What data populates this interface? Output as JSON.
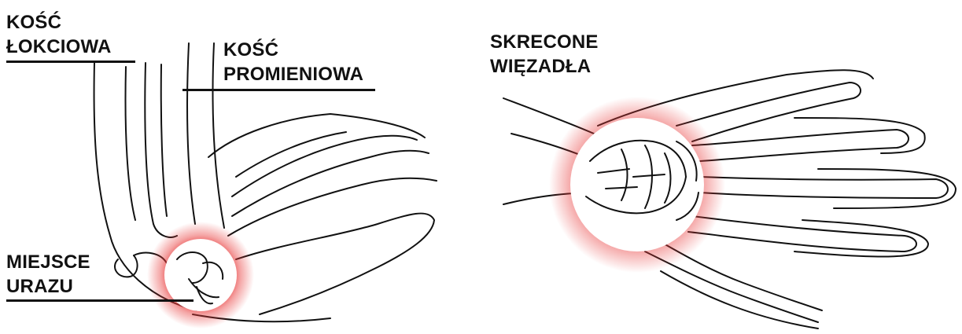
{
  "labels": {
    "ulna": {
      "line1": "KOŚĆ",
      "line2": "ŁOKCIOWA"
    },
    "radius": {
      "line1": "KOŚĆ",
      "line2": "PROMIENIOWA"
    },
    "injury": {
      "line1": "MIEJSCE",
      "line2": "URAZU"
    },
    "ligaments": {
      "line1": "SKRECONE",
      "line2": "WIĘZADŁA"
    }
  },
  "colors": {
    "highlight": "#e83a3a",
    "ink": "#111111",
    "background": "#ffffff"
  }
}
